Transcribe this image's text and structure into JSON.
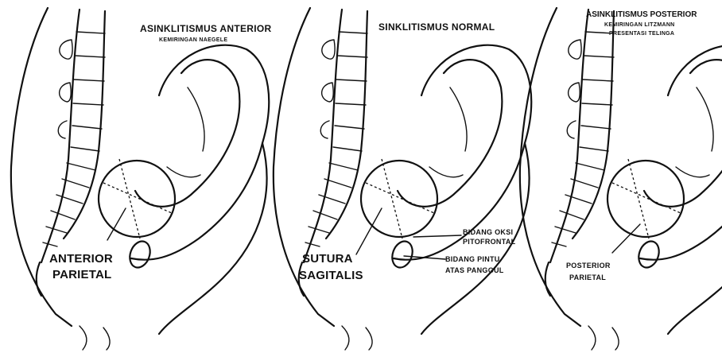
{
  "panel_left": {
    "title": "ASINKLITISMUS ANTERIOR",
    "subtitle": "KEMIRINGAN NAEGELE",
    "label_line1": "ANTERIOR",
    "label_line2": "PARIETAL"
  },
  "panel_middle": {
    "title": "SINKLITISMUS NORMAL",
    "label_line1": "SUTURA",
    "label_line2": "SAGITALIS",
    "plane1_line1": "BIDANG OKSI",
    "plane1_line2": "PITOFRONTAL",
    "plane2_line1": "BIDANG PINTU",
    "plane2_line2": "ATAS PANGGUL"
  },
  "panel_right": {
    "title": "ASINKLITISMUS POSTERIOR",
    "subtitle1": "KEMIRINGAN LITZMANN",
    "subtitle2": "PRESENTASI TELINGA",
    "label_line1": "POSTERIOR",
    "label_line2": "PARIETAL"
  }
}
